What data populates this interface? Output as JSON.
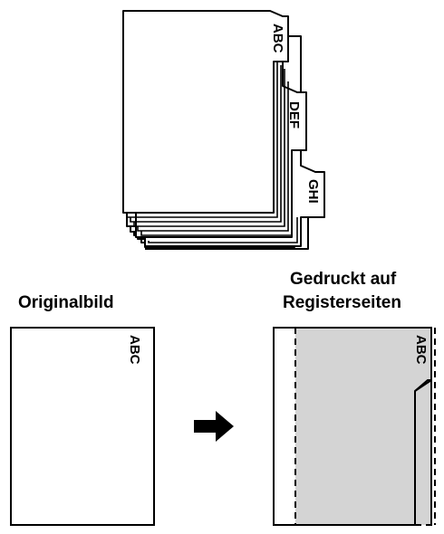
{
  "top_figure": {
    "tab_labels": [
      "ABC",
      "DEF",
      "GHI"
    ]
  },
  "left_panel": {
    "title": "Originalbild",
    "page_text": "ABC"
  },
  "right_panel": {
    "title_line1": "Gedruckt auf",
    "title_line2": "Registerseiten",
    "tab_text": "ABC"
  },
  "colors": {
    "line": "#000000",
    "print_area": "#d4d4d4",
    "background": "#ffffff"
  }
}
